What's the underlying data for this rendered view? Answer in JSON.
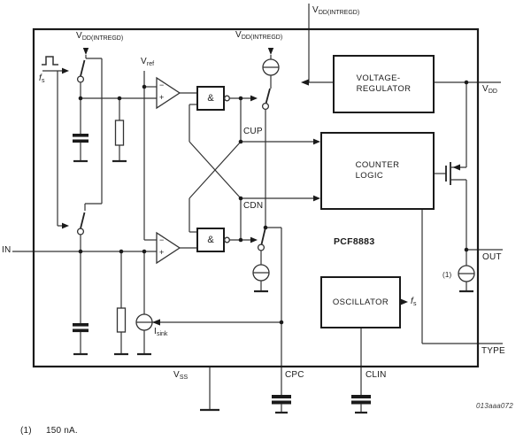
{
  "figure": {
    "part_number": "PCF8883",
    "figure_code": "013aaa072",
    "footnote": {
      "ref": "(1)",
      "text": "150 nA."
    }
  },
  "blocks": {
    "voltage_regulator": {
      "line1": "VOLTAGE-",
      "line2": "REGULATOR"
    },
    "counter_logic": {
      "line1": "COUNTER",
      "line2": "LOGIC"
    },
    "oscillator": {
      "label": "OSCILLATOR"
    }
  },
  "pins": {
    "in": "IN",
    "out": "OUT",
    "type": "TYPE",
    "cpc": "CPC",
    "clin": "CLIN",
    "vss_sub": "SS",
    "vdd_sub": "DD"
  },
  "nets": {
    "v": "V",
    "i": "I",
    "f": "f",
    "vdd_intregd_sub": "DD(INTREGD)",
    "vref_sub": "ref",
    "isink_sub": "sink",
    "fs_sub": "s",
    "cup": "CUP",
    "cdn": "CDN",
    "current_source_ref": "(1)"
  },
  "glyphs": {
    "and": "&",
    "minus": "−",
    "plus": "+"
  },
  "colors": {
    "ink": "#1a1a1a",
    "wire": "#333333",
    "background": "#ffffff"
  }
}
